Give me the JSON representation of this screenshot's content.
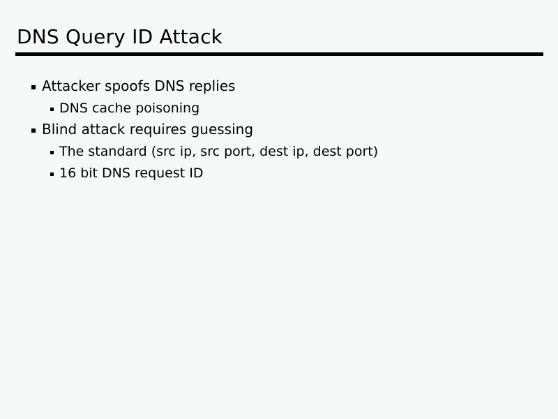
{
  "slide": {
    "title": "DNS Query ID Attack",
    "background_color": "#f5faf7",
    "text_color": "#000000",
    "rule_color": "#000000",
    "bullets": [
      {
        "level": 1,
        "marker": "square-bullet",
        "text": "Attacker spoofs DNS replies"
      },
      {
        "level": 2,
        "marker": "small-square-bullet",
        "text": "DNS cache poisoning"
      },
      {
        "level": 1,
        "marker": "square-bullet",
        "text": "Blind attack requires guessing"
      },
      {
        "level": 2,
        "marker": "small-square-bullet",
        "text": "The standard (src ip, src port, dest ip, dest port)"
      },
      {
        "level": 2,
        "marker": "small-square-bullet",
        "text": "16 bit DNS request ID"
      }
    ]
  }
}
